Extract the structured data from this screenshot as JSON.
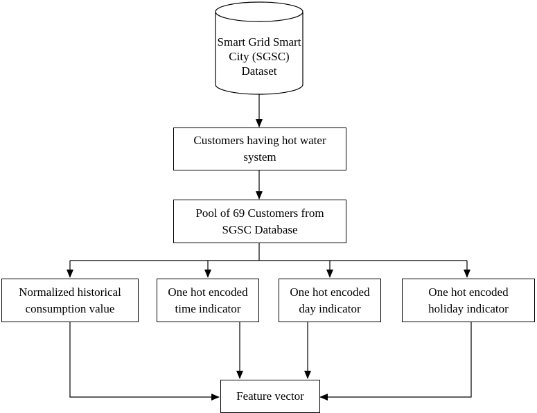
{
  "flowchart": {
    "dataset": {
      "lines": [
        "Smart Grid",
        "Smart City",
        "(SGSC)",
        "Dataset"
      ]
    },
    "step1": {
      "lines": [
        "Customers having hot water",
        "system"
      ]
    },
    "step2": {
      "lines": [
        "Pool of 69 Customers from",
        "SGSC Database"
      ]
    },
    "features": [
      {
        "lines": [
          "Normalized historical",
          "consumption value"
        ]
      },
      {
        "lines": [
          "One hot encoded",
          "time indicator"
        ]
      },
      {
        "lines": [
          "One hot encoded",
          "day indicator"
        ]
      },
      {
        "lines": [
          "One hot encoded",
          "holiday indicator"
        ]
      }
    ],
    "output": {
      "label": "Feature vector"
    }
  },
  "style": {
    "stroke_color": "#000000",
    "fill_color": "#ffffff"
  }
}
